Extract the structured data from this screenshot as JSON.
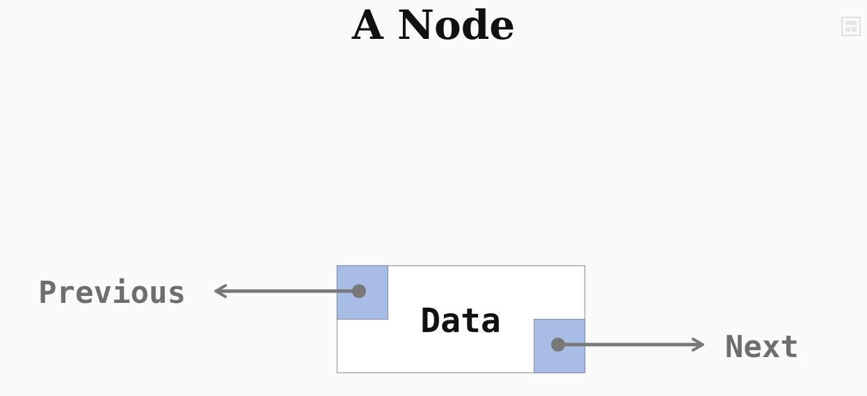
{
  "title": "A Node",
  "node": {
    "data_label": "Data"
  },
  "labels": {
    "previous": "Previous",
    "next": "Next"
  },
  "colors": {
    "background": "#fbfafb",
    "title": "#111111",
    "node_border": "#a9a9a9",
    "pointer_fill": "#a7bde5",
    "pointer_border": "#7f8ba8",
    "arrow": "#787878",
    "label_text": "#6e6e6e",
    "data_text": "#111111"
  }
}
